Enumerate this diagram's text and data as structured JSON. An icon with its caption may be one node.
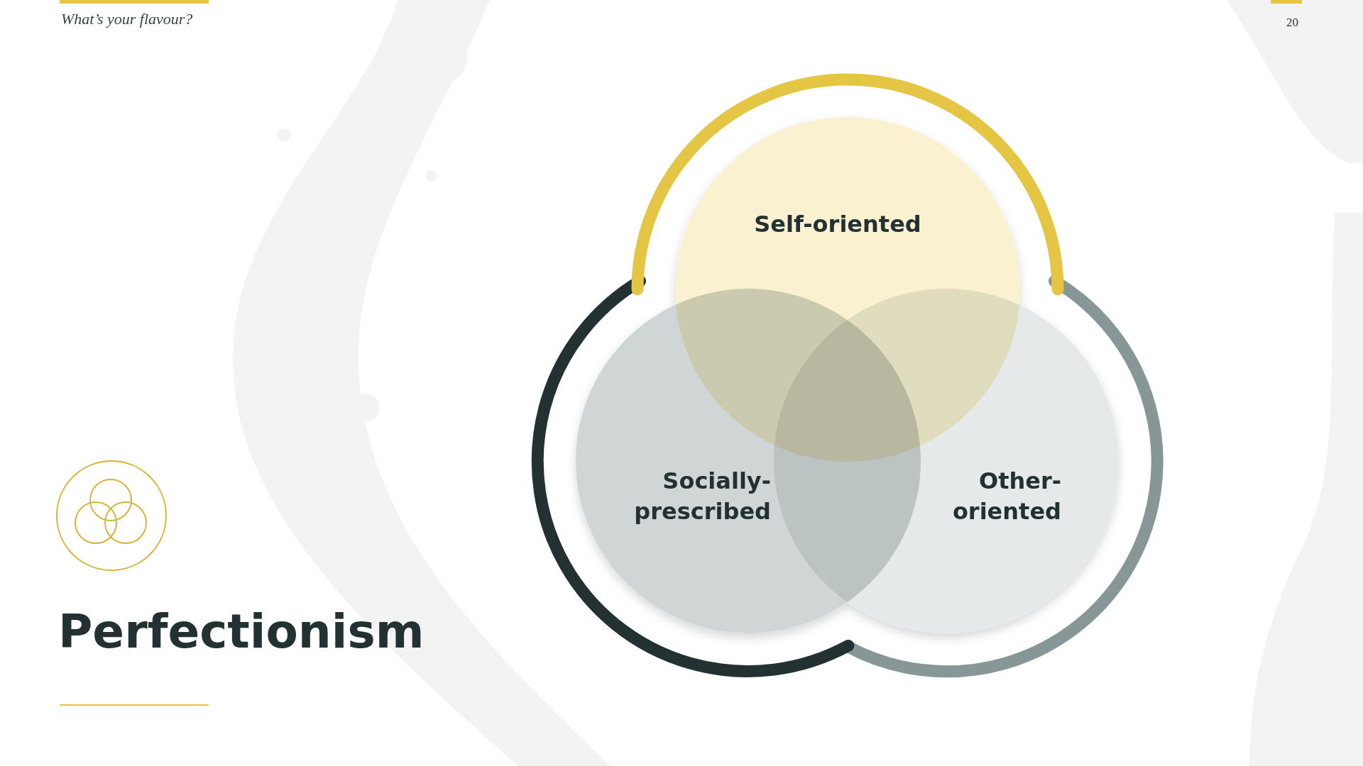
{
  "diagram": {
    "title": "Perfectionism",
    "nodes": [
      {
        "text": [
          "Self-oriented"
        ]
      },
      {
        "text": [
          "Socially-prescribed"
        ]
      },
      {
        "text": [
          "Other-oriented"
        ]
      }
    ],
    "labels": [
      "What’s your flavour?",
      "20"
    ]
  }
}
